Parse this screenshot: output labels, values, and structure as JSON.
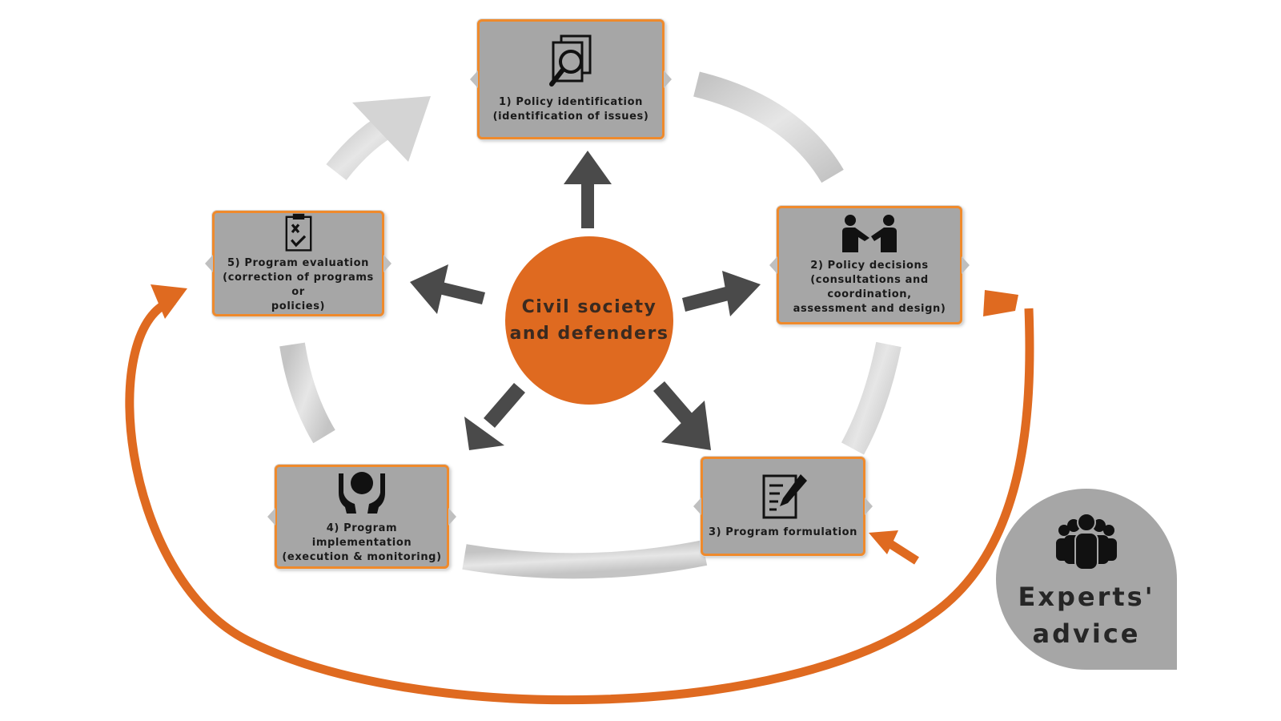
{
  "center": {
    "label": "Civil society\nand defenders",
    "color": "#df6a20"
  },
  "stages": [
    {
      "id": "policy-identification",
      "label": "1) Policy identification\n(identification of issues)",
      "icon": "document-search-icon"
    },
    {
      "id": "policy-decisions",
      "label": "2) Policy decisions\n(consultations and coordination,\nassessment and design)",
      "icon": "handshake-icon"
    },
    {
      "id": "program-formulation",
      "label": "3) Program formulation",
      "icon": "document-edit-icon"
    },
    {
      "id": "program-implementation",
      "label": "4) Program implementation\n(execution & monitoring)",
      "icon": "hands-support-icon"
    },
    {
      "id": "program-evaluation",
      "label": "5) Program evaluation\n(correction of programs or\npolicies)",
      "icon": "clipboard-checklist-icon"
    }
  ],
  "experts": {
    "label": "Experts'\nadvice",
    "icon": "group-icon"
  },
  "colors": {
    "accent": "#df6a20",
    "box_fill": "#a6a6a6",
    "box_border": "#ef8a2c",
    "cycle_arrow": "#d0d0d0",
    "center_arrow": "#4a4a4a"
  }
}
